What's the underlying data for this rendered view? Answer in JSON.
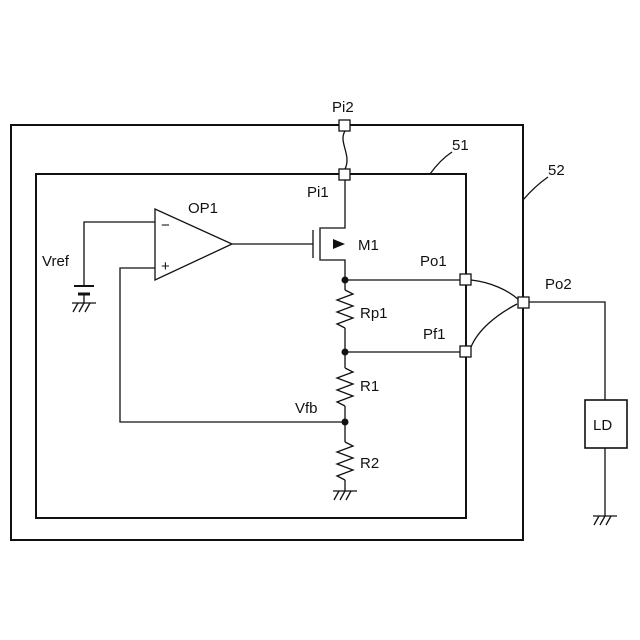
{
  "labels": {
    "pi2": "Pi2",
    "pi1": "Pi1",
    "inner_box": "51",
    "outer_box": "52",
    "opamp": "OP1",
    "opamp_minus": "−",
    "opamp_plus": "+",
    "transistor": "M1",
    "vref": "Vref",
    "po1": "Po1",
    "po2": "Po2",
    "pf1": "Pf1",
    "rp1": "Rp1",
    "r1": "R1",
    "r2": "R2",
    "vfb": "Vfb",
    "load": "LD"
  }
}
